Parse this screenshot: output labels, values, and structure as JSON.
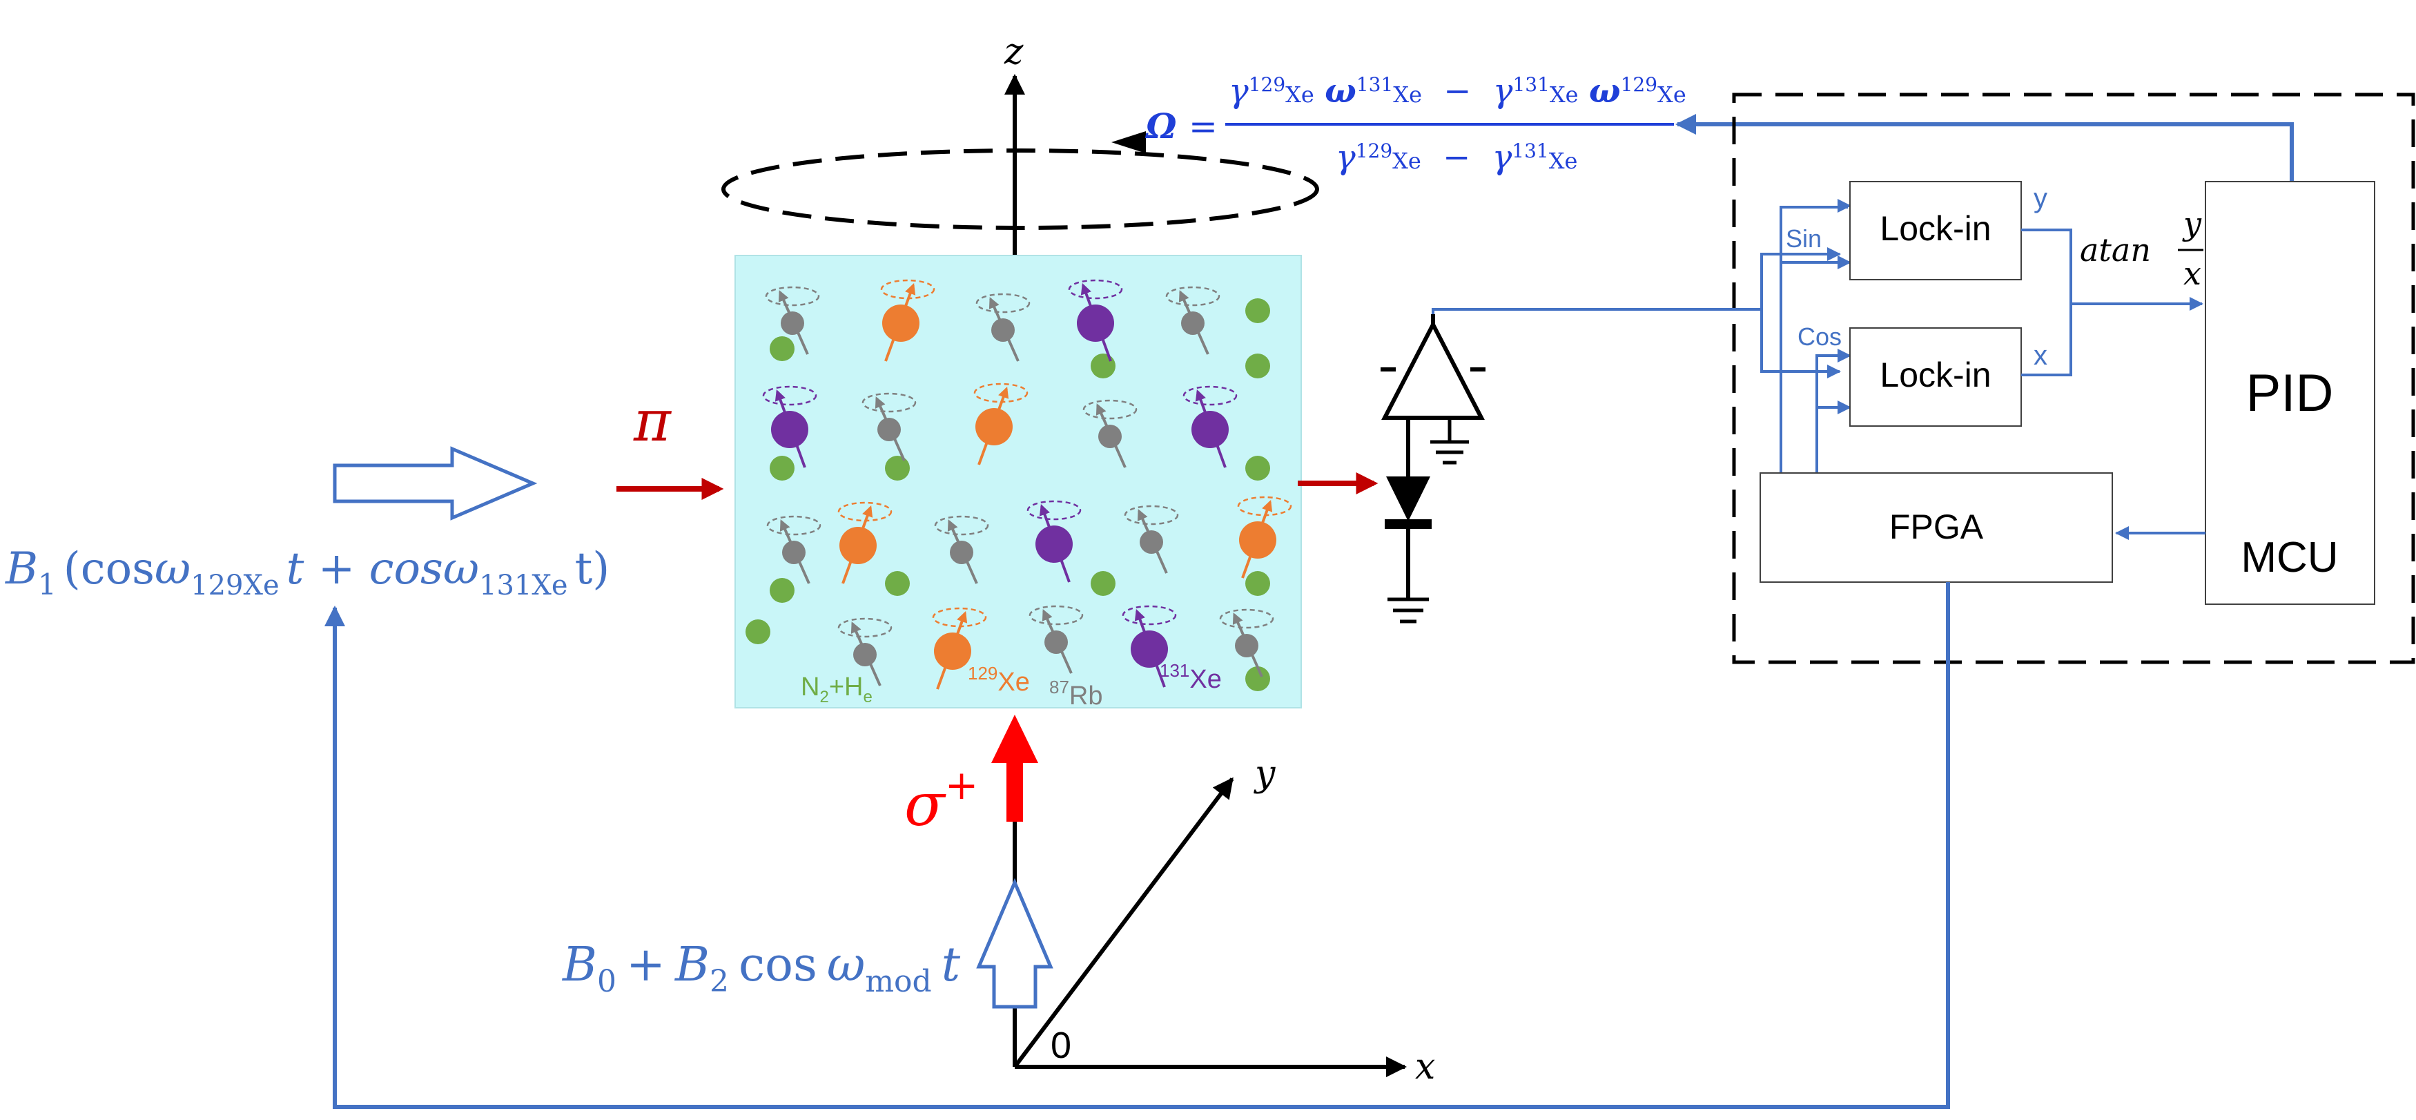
{
  "colors": {
    "signal_blue": "#4472c4",
    "equation_blue": "#1f3fd8",
    "laser_red": "#c00000",
    "sigma_red": "#ff0000",
    "cell_fill": "#c9f6f8",
    "rb_gray": "#808080",
    "xe129_orange": "#ed7d31",
    "xe131_purple": "#7030a0",
    "buffer_green": "#70ad47"
  },
  "axes": {
    "z": "z",
    "y": "y",
    "x": "x",
    "origin": "0"
  },
  "beams": {
    "pump": "σ",
    "pump_sup": "+",
    "probe": "π"
  },
  "fields": {
    "b1": {
      "B": "B",
      "sub1": "1",
      "open": "(cos",
      "omega": "ω",
      "sub129": "129Xe",
      "t1": "t + cos",
      "sub131": "131Xe",
      "t2": "t)"
    },
    "b0": {
      "B": "B",
      "sub0": "0",
      "plus": "+",
      "B2": "B",
      "sub2": "2",
      "cos": "cos",
      "omega": "ω",
      "submod": "mod",
      "t": "t"
    }
  },
  "equation": {
    "lhs": "Ω",
    "eq": "=",
    "gamma": "γ",
    "omega": "ω",
    "sup129": "129",
    "sup131": "131",
    "xe": "Xe",
    "minus": "−"
  },
  "cell_labels": {
    "buffer": {
      "N": "N",
      "sub2": "2",
      "plus_h": "+H",
      "sub_e": "e"
    },
    "xe129": {
      "sup": "129",
      "name": "Xe"
    },
    "rb87": {
      "sup": "87",
      "name": "Rb"
    },
    "xe131": {
      "sup": "131",
      "name": "Xe"
    }
  },
  "controller": {
    "lockin_top": "Lock-in",
    "lockin_bottom": "Lock-in",
    "sin": "Sin",
    "cos": "Cos",
    "y_out": "y",
    "x_out": "x",
    "atan": "atan",
    "frac_num": "y",
    "frac_den": "x",
    "fpga": "FPGA",
    "pid": "PID",
    "mcu": "MCU"
  }
}
